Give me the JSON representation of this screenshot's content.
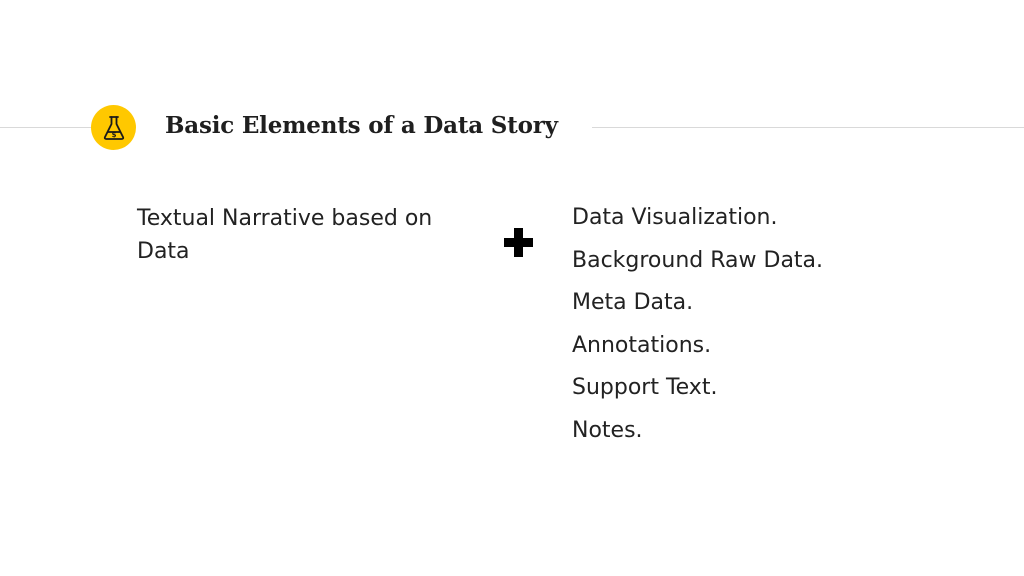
{
  "colors": {
    "accent": "#ffc800",
    "text": "#222222",
    "rule": "#d9d9d9"
  },
  "header": {
    "icon": "flask-icon",
    "title": "Basic Elements of a Data Story"
  },
  "left_column": {
    "text": "Textual Narrative based on Data"
  },
  "connector": {
    "icon": "plus-icon"
  },
  "right_column": {
    "items": [
      "Data Visualization.",
      "Background Raw Data.",
      "Meta Data.",
      "Annotations.",
      "Support Text.",
      "Notes."
    ]
  }
}
